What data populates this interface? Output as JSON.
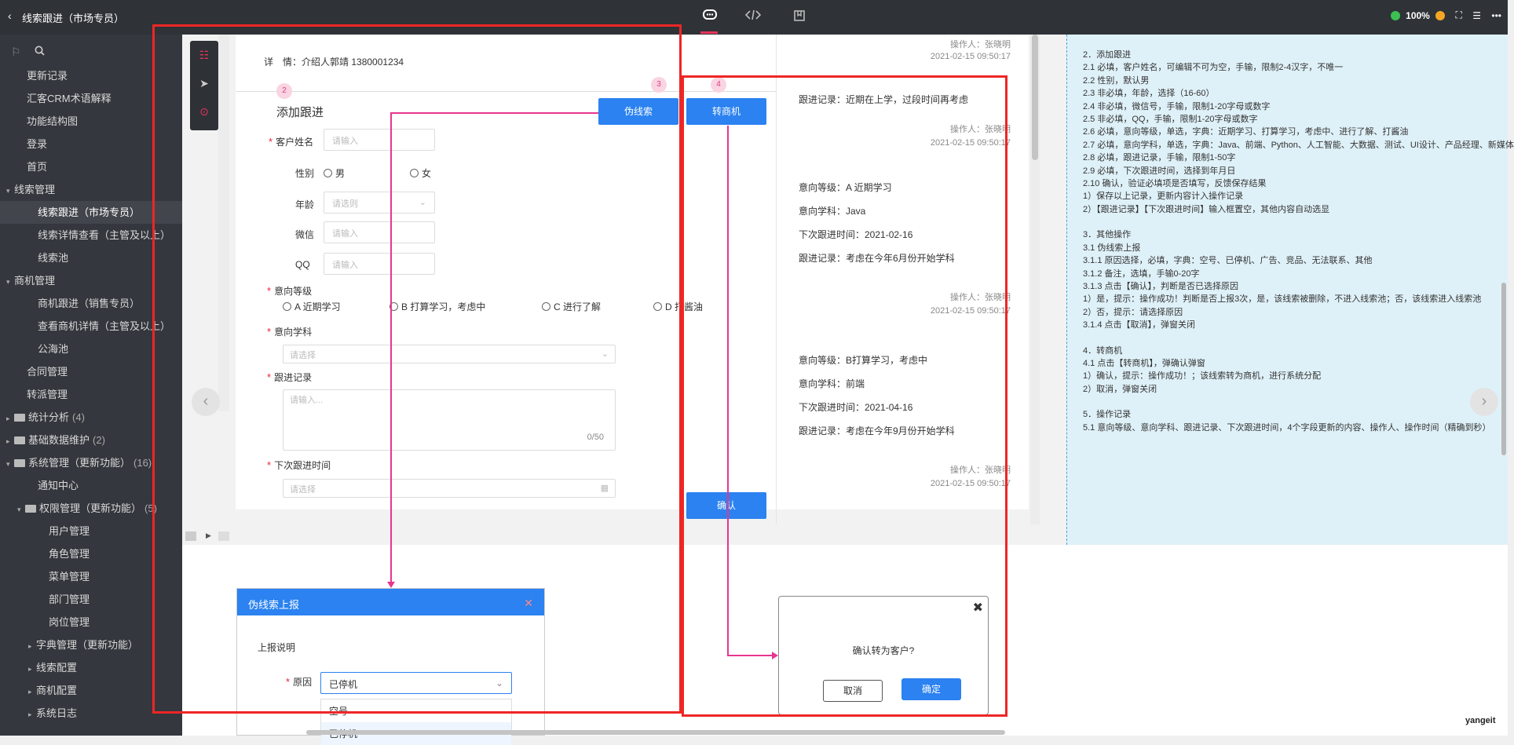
{
  "topbar": {
    "back_icon": "‹",
    "title": "线索跟进（市场专员）",
    "zoom": "100%",
    "tabs": [
      "comment-icon",
      "code-icon",
      "bookmark-icon"
    ]
  },
  "sidebar": {
    "items": [
      {
        "label": "更新记录",
        "indent": 1
      },
      {
        "label": "汇客CRM术语解释",
        "indent": 1
      },
      {
        "label": "功能结构图",
        "indent": 1
      },
      {
        "label": "登录",
        "indent": 1
      },
      {
        "label": "首页",
        "indent": 1
      },
      {
        "label": "线索管理",
        "indent": 0,
        "caret": "▾"
      },
      {
        "label": "线索跟进（市场专员）",
        "indent": 2,
        "selected": true
      },
      {
        "label": "线索详情查看（主管及以上）",
        "indent": 2
      },
      {
        "label": "线索池",
        "indent": 2
      },
      {
        "label": "商机管理",
        "indent": 0,
        "caret": "▾"
      },
      {
        "label": "商机跟进（销售专员）",
        "indent": 2
      },
      {
        "label": "查看商机详情（主管及以上）",
        "indent": 2
      },
      {
        "label": "公海池",
        "indent": 2
      },
      {
        "label": "合同管理",
        "indent": 1
      },
      {
        "label": "转派管理",
        "indent": 1
      },
      {
        "label": "统计分析",
        "count": "(4)",
        "indent": 0,
        "caret": "▸",
        "folder": true
      },
      {
        "label": "基础数据维护",
        "count": "(2)",
        "indent": 0,
        "caret": "▸",
        "folder": true
      },
      {
        "label": "系统管理（更新功能）",
        "count": "(16)",
        "indent": 0,
        "caret": "▾",
        "folder": true
      },
      {
        "label": "通知中心",
        "indent": 2
      },
      {
        "label": "权限管理（更新功能）",
        "count": "(5)",
        "indent": 1,
        "caret": "▾",
        "folder": true
      },
      {
        "label": "用户管理",
        "indent": 3
      },
      {
        "label": "角色管理",
        "indent": 3
      },
      {
        "label": "菜单管理",
        "indent": 3
      },
      {
        "label": "部门管理",
        "indent": 3
      },
      {
        "label": "岗位管理",
        "indent": 3
      },
      {
        "label": "字典管理（更新功能）",
        "indent": 2,
        "caret": "▸"
      },
      {
        "label": "线索配置",
        "indent": 2,
        "caret": "▸"
      },
      {
        "label": "商机配置",
        "indent": 2,
        "caret": "▸"
      },
      {
        "label": "系统日志",
        "indent": 2,
        "caret": "▸"
      }
    ]
  },
  "form": {
    "detail_label": "详　情：",
    "detail_value": "介绍人郭靖 1380001234",
    "section_title": "添加跟进",
    "name_label": "客户姓名",
    "name_placeholder": "请输入",
    "gender_label": "性别",
    "gender_male": "男",
    "gender_female": "女",
    "age_label": "年龄",
    "age_placeholder": "请选则",
    "wechat_label": "微信",
    "wechat_placeholder": "请输入",
    "qq_label": "QQ",
    "qq_placeholder": "请输入",
    "intent_level_label": "意向等级",
    "intent_options": [
      "A 近期学习",
      "B 打算学习，考虑中",
      "C 进行了解",
      "D 打酱油"
    ],
    "subject_label": "意向学科",
    "subject_placeholder": "请选择",
    "record_label": "跟进记录",
    "record_placeholder": "请输入...",
    "record_count": "0/50",
    "next_time_label": "下次跟进时间",
    "next_time_placeholder": "请选择",
    "badge_2": "2",
    "badge_3": "3",
    "badge_4": "4",
    "fake_button": "伪线索",
    "convert_button": "转商机",
    "confirm_button": "确认"
  },
  "history": {
    "operator_label": "操作人：张晓明",
    "time": "2021-02-15 09:50:17",
    "record1": "跟进记录：近期在上学，过段时间再考虑",
    "level2": "意向等级：A 近期学习",
    "subject2": "意向学科：Java",
    "next2": "下次跟进时间：2021-02-16",
    "record2": "跟进记录：考虑在今年6月份开始学科",
    "level3": "意向等级：B打算学习，考虑中",
    "subject3": "意向学科：前端",
    "next3": "下次跟进时间：2021-04-16",
    "record3": "跟进记录：考虑在今年9月份开始学科"
  },
  "annotation": {
    "lines": [
      "2．添加跟进",
      "2.1 必填，客户姓名，可编辑不可为空，手输，限制2-4汉字，不唯一",
      "2.2 性别，默认男",
      "2.3 非必填，年龄，选择（16-60）",
      "2.4 非必填，微信号，手输，限制1-20字母或数字",
      "2.5 非必填，QQ，手输，限制1-20字母或数字",
      "2.6 必填，意向等级，单选，字典：近期学习、打算学习，考虑中、进行了解、打酱油",
      "2.7 必填，意向学科，单选，字典：Java、前端、Python、人工智能、大数据、测试、UI设计、产品经理、新媒体",
      "2.8 必填，跟进记录，手输，限制1-50字",
      "2.9 必填，下次跟进时间，选择到年月日",
      "2.10 确认，验证必填项是否填写，反馈保存结果",
      "1）保存以上记录，更新内容计入操作记录",
      "2）【跟进记录】【下次跟进时间】输入框置空，其他内容自动选显",
      "",
      "3．其他操作",
      "3.1 伪线索上报",
      "3.1.1 原因选择，必填，字典：空号、已停机、广告、竞品、无法联系、其他",
      "3.1.2 备注，选填，手输0-20字",
      "3.1.3 点击【确认】，判断是否已选择原因",
      "1）是，提示：操作成功！判断是否上报3次，是，该线索被删除，不进入线索池；否，该线索进入线索池",
      "2）否，提示：请选择原因",
      "3.1.4 点击【取消】，弹窗关闭",
      "",
      "4．转商机",
      "4.1 点击【转商机】，弹确认弹窗",
      "1）确认，提示：操作成功！；该线索转为商机，进行系统分配",
      "2）取消，弹窗关闭",
      "",
      "5．操作记录",
      "5.1 意向等级、意向学科、跟进记录、下次跟进时间，4个字段更新的内容、操作人、操作时间（精确到秒）"
    ]
  },
  "fake_dialog": {
    "title": "伪线索上报",
    "section": "上报说明",
    "reason_label": "原因",
    "reason_value": "已停机",
    "options": [
      "空号",
      "已停机"
    ]
  },
  "confirm_dialog": {
    "message": "确认转为客户?",
    "cancel": "取消",
    "ok": "确定"
  },
  "footer": {
    "brand": "yangeit"
  },
  "colors": {
    "accent": "#2b82f0",
    "annotation_red": "#ee2626",
    "connector_pink": "#e8358f"
  }
}
